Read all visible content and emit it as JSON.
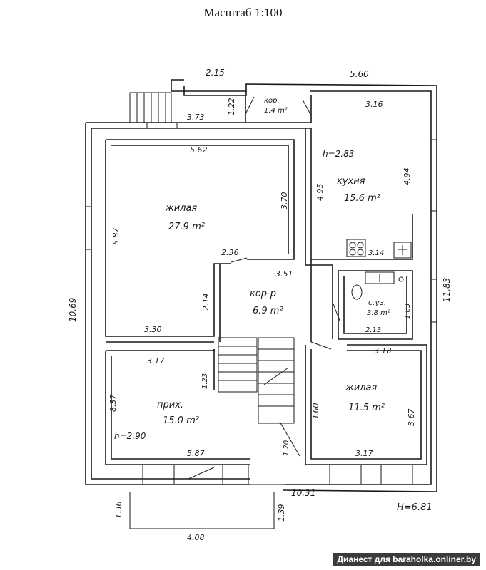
{
  "title": "Масштаб 1:100",
  "watermark": "Дианест для baraholka.onliner.by",
  "rooms": [
    {
      "key": "living_big",
      "name": "жилая",
      "area": "27.9 m²"
    },
    {
      "key": "kitchen",
      "name": "кухня",
      "area": "15.6 m²",
      "height": "h=2.83"
    },
    {
      "key": "corridor",
      "name": "кор-р",
      "area": "6.9 m²"
    },
    {
      "key": "small_corr",
      "name": "кор.",
      "area": "1.4 m²"
    },
    {
      "key": "bath",
      "name": "с.уз.",
      "area": "3.8 m²"
    },
    {
      "key": "hall",
      "name": "прих.",
      "area": "15.0 m²",
      "height": "h=2.90"
    },
    {
      "key": "living_small",
      "name": "жилая",
      "area": "11.5 m²"
    }
  ],
  "dimensions": [
    {
      "key": "top_left",
      "text": "2.15"
    },
    {
      "key": "top_right",
      "text": "5.60"
    },
    {
      "key": "porch_w",
      "text": "3.73"
    },
    {
      "key": "kor_w",
      "text": "1.22"
    },
    {
      "key": "kitchen_top",
      "text": "3.16"
    },
    {
      "key": "big_top",
      "text": "5.62"
    },
    {
      "key": "kitchen_side",
      "text": "4.94"
    },
    {
      "key": "kit_left",
      "text": "4.95"
    },
    {
      "key": "big_right",
      "text": "3.70"
    },
    {
      "key": "big_left",
      "text": "5.87"
    },
    {
      "key": "corr_top",
      "text": "2.36"
    },
    {
      "key": "kitchen_bottom",
      "text": "3.14"
    },
    {
      "key": "corr_right",
      "text": "3.51"
    },
    {
      "key": "corr_left",
      "text": "2.14"
    },
    {
      "key": "overall_right",
      "text": "11.83"
    },
    {
      "key": "overall_left",
      "text": "10.69"
    },
    {
      "key": "bath_side",
      "text": "1.83"
    },
    {
      "key": "bath_w",
      "text": "2.13"
    },
    {
      "key": "big_bottom",
      "text": "3.30"
    },
    {
      "key": "hall_top",
      "text": "3.17"
    },
    {
      "key": "lr_top",
      "text": "3.18"
    },
    {
      "key": "hall_inner",
      "text": "1.23"
    },
    {
      "key": "hall_left",
      "text": "8.37"
    },
    {
      "key": "stair_side",
      "text": "3.60"
    },
    {
      "key": "lr_right",
      "text": "3.67"
    },
    {
      "key": "hall_step",
      "text": "1.20"
    },
    {
      "key": "hall_bottom",
      "text": "5.87"
    },
    {
      "key": "lr_bottom",
      "text": "3.17"
    },
    {
      "key": "overall_bottom",
      "text": "10.31"
    },
    {
      "key": "total_h",
      "text": "H=6.81"
    },
    {
      "key": "porch_left",
      "text": "1.36"
    },
    {
      "key": "porch_right",
      "text": "1.39"
    },
    {
      "key": "porch_bottom",
      "text": "4.08"
    }
  ]
}
